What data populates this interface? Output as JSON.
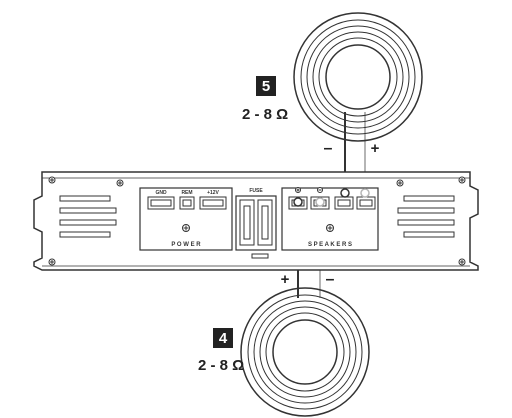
{
  "speaker_top": {
    "number": "5",
    "impedance": "2 - 8 Ω",
    "minus": "–",
    "plus": "+"
  },
  "speaker_bottom": {
    "number": "4",
    "impedance": "2 - 8 Ω",
    "plus": "+",
    "minus": "–"
  },
  "amplifier": {
    "power_terminals": [
      "GND",
      "REM",
      "+12V"
    ],
    "power_label": "P O W E R",
    "fuse_label": "FUSE",
    "speakers_label": "S P E A K E R S"
  },
  "colors": {
    "line": "#333333",
    "wire_gray": "#b5b5b5",
    "badge": "#222222"
  }
}
